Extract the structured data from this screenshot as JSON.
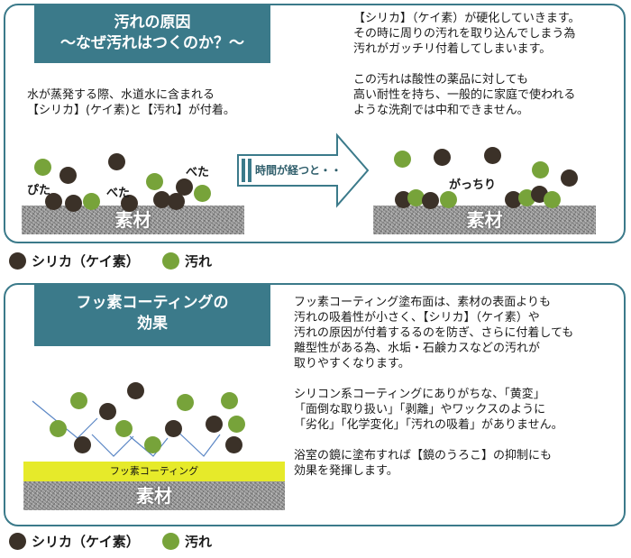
{
  "top": {
    "title_line1": "汚れの原因",
    "title_line2": "～なぜ汚れはつくのか？～",
    "left_text": "水が蒸発する際、水道水に含まれる\n【シリカ】(ケイ素)と【汚れ】が付着。",
    "right_text": "【シリカ】（ケイ素）が硬化していきます。\nその時に周りの汚れを取り込んでしまう為\n汚れがガッチリ付着してしまいます。\n\nこの汚れは酸性の薬品に対しても\n高い耐性を持ち、一般的に家庭で使われる\nような洗剤では中和できません。",
    "arrow_label": "時間が経つと・・",
    "material_left": "素材",
    "material_right": "素材",
    "word_pita": "ぴた",
    "word_beta1": "べた",
    "word_beta2": "べた",
    "word_gatchiri": "がっちり"
  },
  "bottom": {
    "title_line1": "フッ素コーティングの",
    "title_line2": "効果",
    "text": "フッ素コーティング塗布面は、素材の表面よりも\n汚れの吸着性が小さく、【シリカ】（ケイ素）や\n汚れの原因が付着するるのを防ぎ、さらに付着しても\n離型性がある為、水垢・石鹸カスなどの汚れが\n取りやすくなります。\n\nシリコン系コーティングにありがちな、「黄変」\n「面倒な取り扱い」「剥離」やワックスのように\n「劣化」「化学変化」「汚れの吸着」がありません。\n\n浴室の鏡に塗布すれば【鏡のうろこ】の抑制にも\n効果を発揮します。",
    "coating_label": "フッ素コーティング",
    "material": "素材"
  },
  "legend": {
    "silica": "シリカ（ケイ素）",
    "dirt": "汚れ"
  },
  "colors": {
    "accent": "#3b7a8a",
    "silica": "#3b3128",
    "dirt": "#77a33a",
    "coating": "#e6ea2a"
  }
}
